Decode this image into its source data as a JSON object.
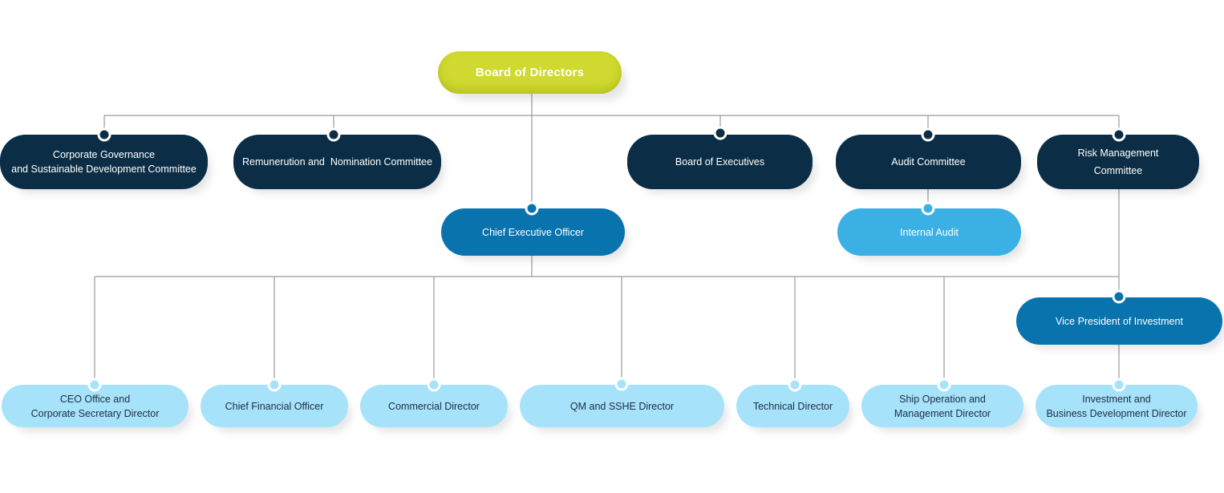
{
  "chart": {
    "board": "Board of Directors",
    "committees": {
      "cg_line1": "Corporate Governance",
      "cg_line2": "and Sustainable Development Committee",
      "remuneration": "Remunerution and  Nomination Committee",
      "executives": "Board of Executives",
      "audit": "Audit Committee",
      "risk_line1": "Risk Management",
      "risk_line2": "Committee"
    },
    "ceo": "Chief Executive Officer",
    "internal_audit": "Internal Audit",
    "vp_investment": "Vice President of Investment",
    "directors": {
      "ceo_office_line1": "CEO Office and",
      "ceo_office_line2": "Corporate Secretary Director",
      "cfo": "Chief Financial Officer",
      "commercial": "Commercial Director",
      "qm_sshe": "QM and SSHE Director",
      "technical": "Technical Director",
      "ship_line1": "Ship Operation and",
      "ship_line2": "Management Director",
      "invest_line1": "Investment and",
      "invest_line2": "Business Development Director"
    }
  },
  "colors": {
    "board": "#cfd92f",
    "dark_navy": "#0b2e46",
    "mid_blue": "#0873ad",
    "sky_blue": "#3ab0e5",
    "pale_blue": "#a7e2fb",
    "connector": "#9a9a9a"
  }
}
